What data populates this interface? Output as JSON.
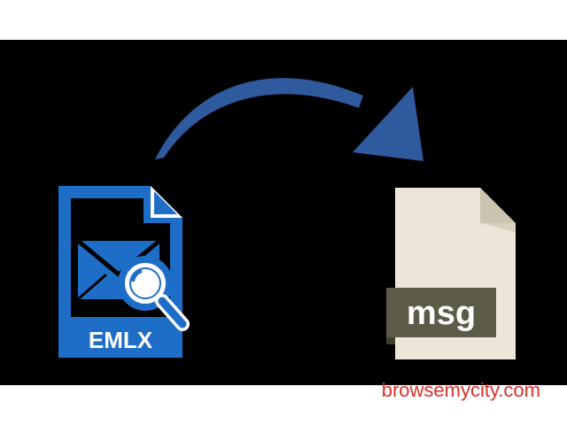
{
  "source_file": {
    "label": "EMLX",
    "icon": "emlx-file-icon",
    "color": "#1e6ec8"
  },
  "target_file": {
    "label": "msg",
    "icon": "msg-file-icon",
    "color": "#ece6d8"
  },
  "conversion_arrow": {
    "icon": "curved-arrow-icon",
    "color": "#2f5a9e"
  },
  "watermark": {
    "text": "browsemycity.com",
    "color": "#d9312b"
  },
  "colors": {
    "panel": "#000000",
    "page": "#ffffff"
  }
}
